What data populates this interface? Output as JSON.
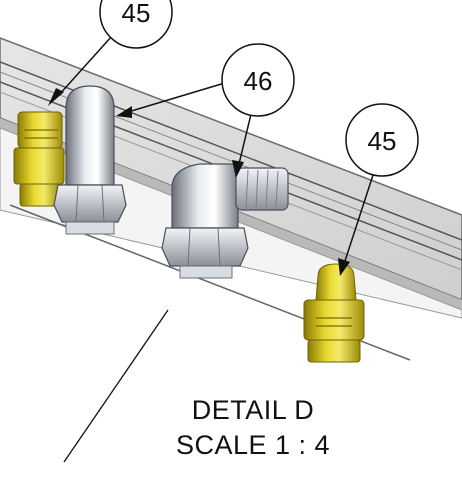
{
  "callouts": [
    {
      "label": "45"
    },
    {
      "label": "46"
    },
    {
      "label": "45"
    }
  ],
  "caption": {
    "title": "DETAIL D",
    "scale": "SCALE 1 : 4"
  },
  "colors": {
    "brass": "#d8c41a",
    "brass_dark": "#8a7a05",
    "steel": "#c9ced6",
    "steel_dark": "#5a6068",
    "panel": "#d9d9d9",
    "panel_edge": "#6b6b6b"
  },
  "parts": [
    {
      "type": "brass-fitting-icon"
    },
    {
      "type": "steel-plug-icon"
    },
    {
      "type": "steel-elbow-icon"
    },
    {
      "type": "brass-fitting-icon"
    }
  ]
}
